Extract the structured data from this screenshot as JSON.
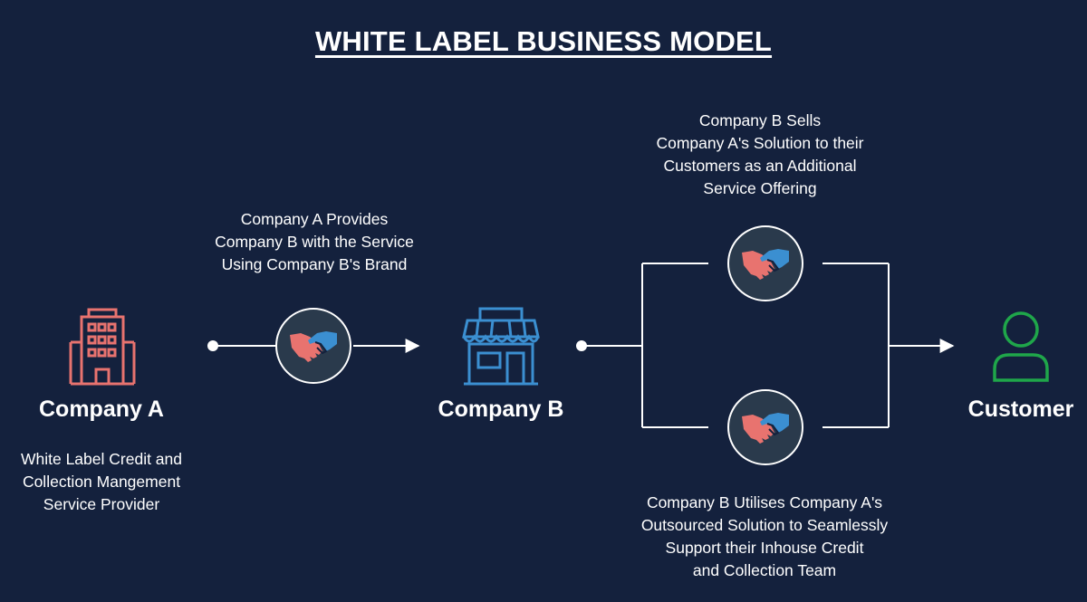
{
  "title": "WHITE LABEL BUSINESS MODEL",
  "nodes": {
    "company_a": {
      "label": "Company A",
      "description": "White Label Credit and\nCollection Mangement\nService Provider",
      "icon": "building-icon",
      "color": "#e8736f"
    },
    "company_b": {
      "label": "Company B",
      "icon": "storefront-icon",
      "color": "#3b8fd1"
    },
    "customer": {
      "label": "Customer",
      "icon": "user-icon",
      "color": "#1fa64a"
    }
  },
  "captions": {
    "provides": "Company A Provides\nCompany B  with the Service\nUsing Company B's Brand",
    "sells": "Company B Sells\nCompany A's Solution to their\nCustomers as an Additional\nService Offering",
    "utilises": "Company B Utilises Company A's\nOutsourced Solution to Seamlessly\nSupport their Inhouse Credit\nand Collection Team"
  },
  "handshake_icon": "handshake-icon",
  "colors": {
    "background": "#14213d",
    "circle_fill": "#2a3a4c",
    "line": "#ffffff",
    "handshake_left": "#e8736f",
    "handshake_right": "#3b8fd1"
  }
}
